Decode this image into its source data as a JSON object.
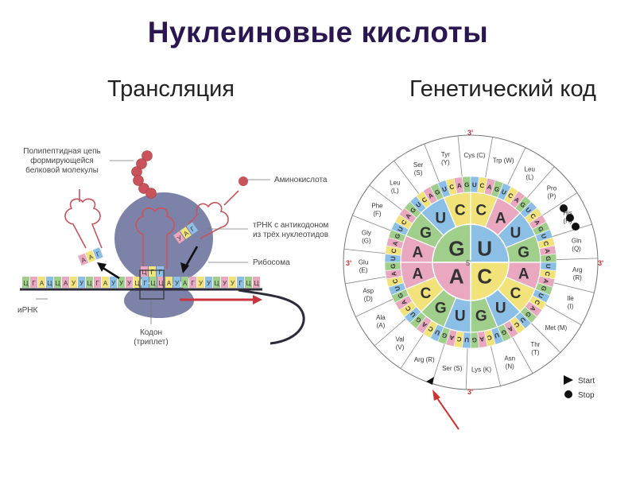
{
  "title": "Нуклеиновые кислоты",
  "subtitles": {
    "left": "Трансляция",
    "right": "Генетический код"
  },
  "translation": {
    "labels": {
      "polypeptide": [
        "Полипептидная цепь",
        "формирующейся",
        "белковой молекулы"
      ],
      "amino_acid": "Аминокислота",
      "trna": [
        "тРНК с антикодоном",
        "из трёх нуклеотидов"
      ],
      "ribosome": "Рибосома",
      "mrna": "иРНК",
      "codon": [
        "Кодон",
        "(триплет)"
      ]
    },
    "mrna_sequence": [
      "Ц",
      "Г",
      "А",
      "Ц",
      "Ц",
      "А",
      "У",
      "У",
      "Ц",
      "Г",
      "А",
      "У",
      "У",
      "У",
      "Ц",
      "Г",
      "Ц",
      "Ц",
      "А",
      "У",
      "А",
      "Г",
      "У",
      "У",
      "Ц",
      "У",
      "У",
      "Г",
      "Ц",
      "Ц"
    ],
    "anticodon_center": [
      "Ц",
      "Г",
      "Г"
    ],
    "anticodon_left": [
      "А",
      "А",
      "Г"
    ],
    "anticodon_right": [
      "У",
      "А",
      "Г"
    ],
    "colors": {
      "ribosome": "#7d82a8",
      "bead": "#c9535a",
      "arrow": "#c9353c",
      "nucleotides": [
        "#9fcf8a",
        "#e9a7c0",
        "#f2e27a",
        "#8cbfe6"
      ]
    }
  },
  "genetic_code": {
    "inner_bases": [
      "G",
      "U",
      "C",
      "A"
    ],
    "ring2_bases": [
      "A",
      "G",
      "U",
      "C",
      "C",
      "A",
      "U",
      "G",
      "A",
      "C",
      "U",
      "G",
      "U",
      "G",
      "C",
      "A"
    ],
    "ring3_bases": [
      "U",
      "C",
      "A",
      "G",
      "U",
      "C",
      "A",
      "G",
      "U",
      "C",
      "A",
      "G",
      "U",
      "C",
      "A",
      "G",
      "U",
      "C",
      "A",
      "G",
      "U",
      "C",
      "A",
      "G",
      "U",
      "C",
      "A",
      "G",
      "U",
      "C",
      "A",
      "G",
      "U",
      "C",
      "A",
      "G",
      "U",
      "C",
      "A",
      "G",
      "U",
      "C",
      "A",
      "G",
      "U",
      "C",
      "A",
      "G",
      "U",
      "C",
      "A",
      "G",
      "U",
      "C",
      "A",
      "G",
      "U",
      "C",
      "A",
      "G",
      "U",
      "C",
      "A",
      "G"
    ],
    "amino_acids": [
      {
        "name": "Gly",
        "code": "(G)"
      },
      {
        "name": "Phe",
        "code": "(F)"
      },
      {
        "name": "Leu",
        "code": "(L)"
      },
      {
        "name": "Ser",
        "code": "(S)"
      },
      {
        "name": "Tyr",
        "code": "(Y)"
      },
      {
        "name": "Cys (C)",
        "code": ""
      },
      {
        "name": "Trp (W)",
        "code": ""
      },
      {
        "name": "Leu",
        "code": "(L)"
      },
      {
        "name": "Pro",
        "code": "(P)"
      },
      {
        "name": "His",
        "code": "(H)"
      },
      {
        "name": "Gln",
        "code": "(Q)"
      },
      {
        "name": "Arg",
        "code": "(R)"
      },
      {
        "name": "Ile",
        "code": "(I)"
      },
      {
        "name": "Met (M)",
        "code": ""
      },
      {
        "name": "Thr",
        "code": "(T)"
      },
      {
        "name": "Asn",
        "code": "(N)"
      },
      {
        "name": "Lys (K)",
        "code": ""
      },
      {
        "name": "Ser (S)",
        "code": ""
      },
      {
        "name": "Arg (R)",
        "code": ""
      },
      {
        "name": "Val",
        "code": "(V)"
      },
      {
        "name": "Ala",
        "code": "(A)"
      },
      {
        "name": "Asp",
        "code": "(D)"
      },
      {
        "name": "Glu",
        "code": "(E)"
      }
    ],
    "strand_labels": {
      "five_prime": "5'",
      "three_prime": "3'"
    },
    "legend": {
      "start": "Start",
      "stop": "Stop"
    },
    "colors": {
      "G": "#9fcf8a",
      "U": "#8cbfe6",
      "C": "#f2e27a",
      "A": "#e9a7c0",
      "arrow": "#cc3333"
    }
  }
}
